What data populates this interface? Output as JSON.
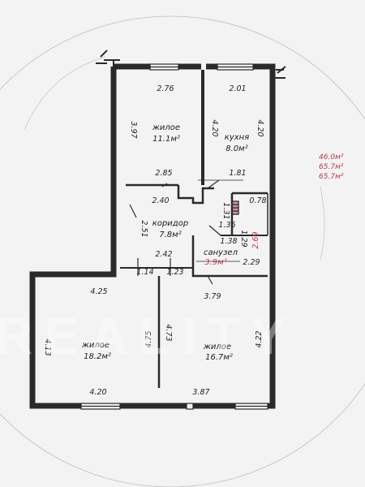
{
  "watermark": "REALITY",
  "totals": [
    "46.0м²",
    "65.7м²",
    "65.7м²"
  ],
  "colors": {
    "background": "#cfd0d3",
    "paper": "#f4f4f4",
    "wall": "#2a2a2a",
    "accent_red": "#b83a48"
  },
  "rooms": {
    "living_top": {
      "name": "жилое",
      "area": "11.1м²"
    },
    "kitchen": {
      "name": "кухня",
      "area": "8.0м²"
    },
    "corridor": {
      "name": "коридор",
      "area": "7.8м²"
    },
    "bathroom": {
      "name": "санузел",
      "area": "3.9м²"
    },
    "living_left": {
      "name": "жилое",
      "area": "18.2м²"
    },
    "living_right": {
      "name": "жилое",
      "area": "16.7м²"
    }
  },
  "dims": {
    "d276": "2.76",
    "d201": "2.01",
    "d397": "3.97",
    "d420a": "4.20",
    "d420b": "4.20",
    "d285": "2.85",
    "d181": "1.81",
    "d240": "2.40",
    "d078": "0.78",
    "d131": "1.31",
    "d136": "1.36",
    "d251": "2.51",
    "d138": "1.38",
    "d129": "1.29",
    "d269": "2.69",
    "d229": "2.29",
    "d242": "2.42",
    "d114": "1.14",
    "d123": "1.23",
    "d425": "4.25",
    "d379": "3.79",
    "d413": "4.13",
    "d475": "4.75",
    "d473": "4.73",
    "d422": "4.22",
    "d420c": "4.20",
    "d387": "3.87"
  }
}
